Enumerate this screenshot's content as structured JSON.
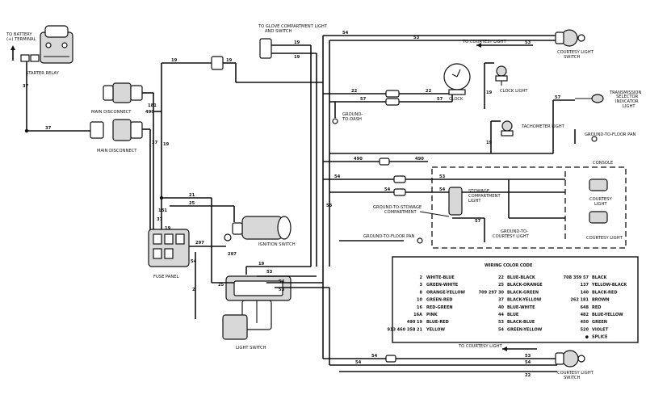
{
  "labels": {
    "battery": "TO BATTERY",
    "battery2": "(+) TERMINAL",
    "starter_relay": "STARTER RELAY",
    "main_disconnect_1": "MAIN DISCONNECT",
    "main_disconnect_2": "MAIN DISCONNECT",
    "glove_light": "TO GLOVE COMPARTMENT LIGHT",
    "glove_light2": "AND SWITCH",
    "to_courtesy_top": "TO COURTESY LIGHT",
    "courtesy_switch_top": "COURTESY LIGHT",
    "courtesy_switch_top2": "SWITCH",
    "clock": "CLOCK",
    "clock_light": "CLOCK LIGHT",
    "ground_to_dash": "GROUND-",
    "ground_to_dash2": "TO-DASH",
    "tachometer_light": "TACHOMETER LIGHT",
    "trans_sel_1": "TRANSMISSION",
    "trans_sel_2": "SELECTOR",
    "trans_sel_3": "INDICATOR",
    "trans_sel_4": "LIGHT",
    "ground_floor_pan_r": "GROUND-TO-FLOOR PAN",
    "console": "CONSOLE",
    "courtesy_light_a": "COURTESY",
    "courtesy_light_a2": "LIGHT",
    "courtesy_light_b": "COURTESY LIGHT",
    "stowage_light": "STOWAGE",
    "stowage_light2": "COMPARTMENT",
    "stowage_light3": "LIGHT",
    "ground_stowage": "GROUND-TO-STOWAGE",
    "ground_stowage2": "COMPARTMENT",
    "ground_courtesy": "GROUND-TO-",
    "ground_courtesy2": "COURTESY LIGHT",
    "ground_floor_pan_l": "GROUND-TO-FLOOR PAN",
    "ignition_switch": "IGNITION SWITCH",
    "fuse_panel": "FUSE PANEL",
    "light_switch": "LIGHT SWITCH",
    "to_courtesy_bottom": "TO COURTESY LIGHT",
    "courtesy_switch_bot": "COURTESY LIGHT",
    "courtesy_switch_bot2": "SWITCH"
  },
  "wire_numbers": {
    "n54a": "54",
    "n53a": "53",
    "n53b": "53",
    "n19a": "19",
    "n19b": "19",
    "n19c": "19",
    "n37a": "37",
    "n37b": "37",
    "n37c": "37",
    "n181": "181",
    "n490": "490",
    "n22a": "22",
    "n22b": "22",
    "n57a": "57",
    "n57b": "57",
    "n19d": "19",
    "n19e": "19",
    "n490b": "490",
    "n490c": "490",
    "n54b": "54",
    "n54c": "54",
    "n53c": "53",
    "n53d": "53",
    "n57c": "57",
    "n19f": "19",
    "n21": "21",
    "n25": "25",
    "n297": "297",
    "n54d": "54",
    "n53e": "53",
    "n2": "2",
    "n54e": "54",
    "n54f": "54",
    "n53f": "53",
    "n22c": "22",
    "n57d": "57",
    "n19g": "19",
    "n181b": "181",
    "n19h": "19",
    "n297b": "297"
  },
  "legend": {
    "title": "WIRING COLOR CODE",
    "col1": [
      {
        "num": "2",
        "color": "WHITE-BLUE"
      },
      {
        "num": "3",
        "color": "GREEN-WHITE"
      },
      {
        "num": "8",
        "color": "ORANGE-YELLOW"
      },
      {
        "num": "10",
        "color": "GREEN-RED"
      },
      {
        "num": "16",
        "color": "RED-GREEN"
      },
      {
        "num": "16A",
        "color": "PINK"
      },
      {
        "num": "490 19",
        "color": "BLUE-RED"
      },
      {
        "num": "913 460 358 21",
        "color": "YELLOW"
      }
    ],
    "col2": [
      {
        "num": "22",
        "color": "BLUE-BLACK"
      },
      {
        "num": "25",
        "color": "BLACK-ORANGE"
      },
      {
        "num": "709 297 30",
        "color": "BLACK-GREEN"
      },
      {
        "num": "37",
        "color": "BLACK-YELLOW"
      },
      {
        "num": "40",
        "color": "BLUE-WHITE"
      },
      {
        "num": "44",
        "color": "BLUE"
      },
      {
        "num": "53",
        "color": "BLACK-BLUE"
      },
      {
        "num": "54",
        "color": "GREEN-YELLOW"
      }
    ],
    "col3": [
      {
        "num": "708 359 57",
        "color": "BLACK"
      },
      {
        "num": "137",
        "color": "YELLOW-BLACK"
      },
      {
        "num": "140",
        "color": "BLACK-RED"
      },
      {
        "num": "262 181",
        "color": "BROWN"
      },
      {
        "num": "648",
        "color": "RED"
      },
      {
        "num": "482",
        "color": "BLUE-YELLOW"
      },
      {
        "num": "450",
        "color": "GREEN"
      },
      {
        "num": "520",
        "color": "VIOLET"
      },
      {
        "num": "●",
        "color": "SPLICE"
      }
    ]
  }
}
